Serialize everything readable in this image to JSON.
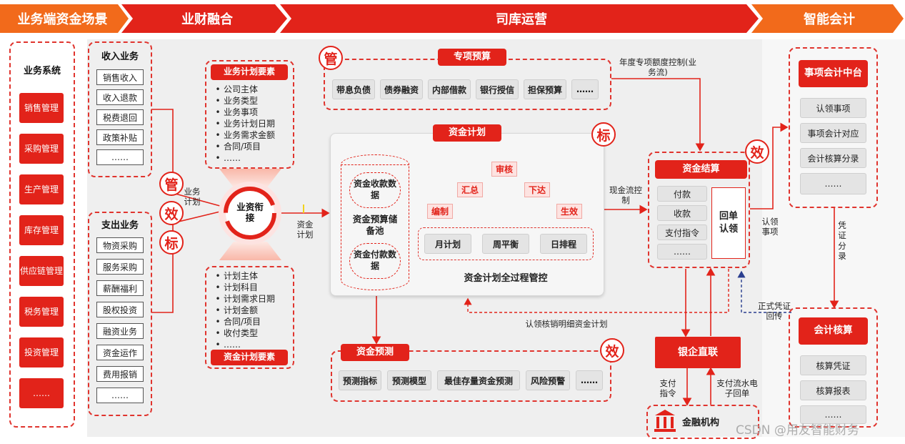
{
  "header": {
    "sections": [
      "业务端资金场景",
      "业财融合",
      "司库运营",
      "智能会计"
    ]
  },
  "left_panel": {
    "title": "业务系统",
    "items": [
      "销售管理",
      "采购管理",
      "生产管理",
      "库存管理",
      "供应链管理",
      "税务管理",
      "投资管理",
      "……"
    ]
  },
  "income": {
    "title": "收入业务",
    "items": [
      "销售收入",
      "收入退款",
      "税费退回",
      "政策补贴",
      "……"
    ]
  },
  "expense": {
    "title": "支出业务",
    "items": [
      "物资采购",
      "服务采购",
      "薪酬福利",
      "股权投资",
      "融资业务",
      "资金运作",
      "费用报销",
      "……"
    ]
  },
  "badges": {
    "guan": "管",
    "xiao": "效",
    "biao": "标"
  },
  "business_plan": {
    "title": "业务计划要素",
    "items": [
      "公司主体",
      "业务类型",
      "业务事项",
      "业务计划日期",
      "业务需求金额",
      "合同/项目",
      "……"
    ]
  },
  "fund_plan_elements": {
    "title": "资金计划要素",
    "items": [
      "计划主体",
      "计划科目",
      "计划需求日期",
      "计划金额",
      "合同/项目",
      "收付类型",
      "……"
    ]
  },
  "hub": {
    "label": "业资衔接"
  },
  "flow_labels": {
    "business_plan": "业务计划",
    "fund_plan": "资金计划",
    "annual_quota": "年度专项额度控制(业务流)",
    "cashflow_control": "现金流控制",
    "claim_detail": "认领核销明细资金计划",
    "claim_items": "认领事项",
    "voucher_entry": "凭证分录",
    "official_voucher": "正式凭证回传",
    "pay_cmd": "支付指令",
    "pay_flow": "支付流水电子回单"
  },
  "special_budget": {
    "title": "专项预算",
    "items": [
      "带息负债",
      "债券融资",
      "内部借款",
      "银行授信",
      "担保预算",
      "……"
    ]
  },
  "fund_plan": {
    "title": "资金计划",
    "pool": [
      "资金收款数据",
      "资金预算储备池",
      "资金付款数据"
    ],
    "steps": {
      "edit": "编制",
      "summary": "汇总",
      "review": "审核",
      "issue": "下达",
      "effect": "生效"
    },
    "periods": [
      "月计划",
      "周平衡",
      "日排程"
    ],
    "caption": "资金计划全过程管控"
  },
  "fund_forecast": {
    "title": "资金预测",
    "items": [
      "预测指标",
      "预测模型",
      "最佳存量资金预测",
      "风险预警",
      "……"
    ]
  },
  "settlement": {
    "title": "资金结算",
    "items": [
      "付款",
      "收款",
      "支付指令",
      "……"
    ],
    "claim": "回单认领"
  },
  "bank_link": {
    "title": "银企直联"
  },
  "finance_org": {
    "title": "金融机构"
  },
  "accounting_center": {
    "title": "事项会计中台",
    "items": [
      "认领事项",
      "事项会计对应",
      "会计核算分录",
      "……"
    ]
  },
  "accounting": {
    "title": "会计核算",
    "items": [
      "核算凭证",
      "核算报表",
      "……"
    ]
  },
  "watermark": "CSDN @用友智能财务",
  "colors": {
    "brand_red": "#e2231a",
    "orange": "#f26a1b",
    "panel_gray": "#efefef"
  }
}
